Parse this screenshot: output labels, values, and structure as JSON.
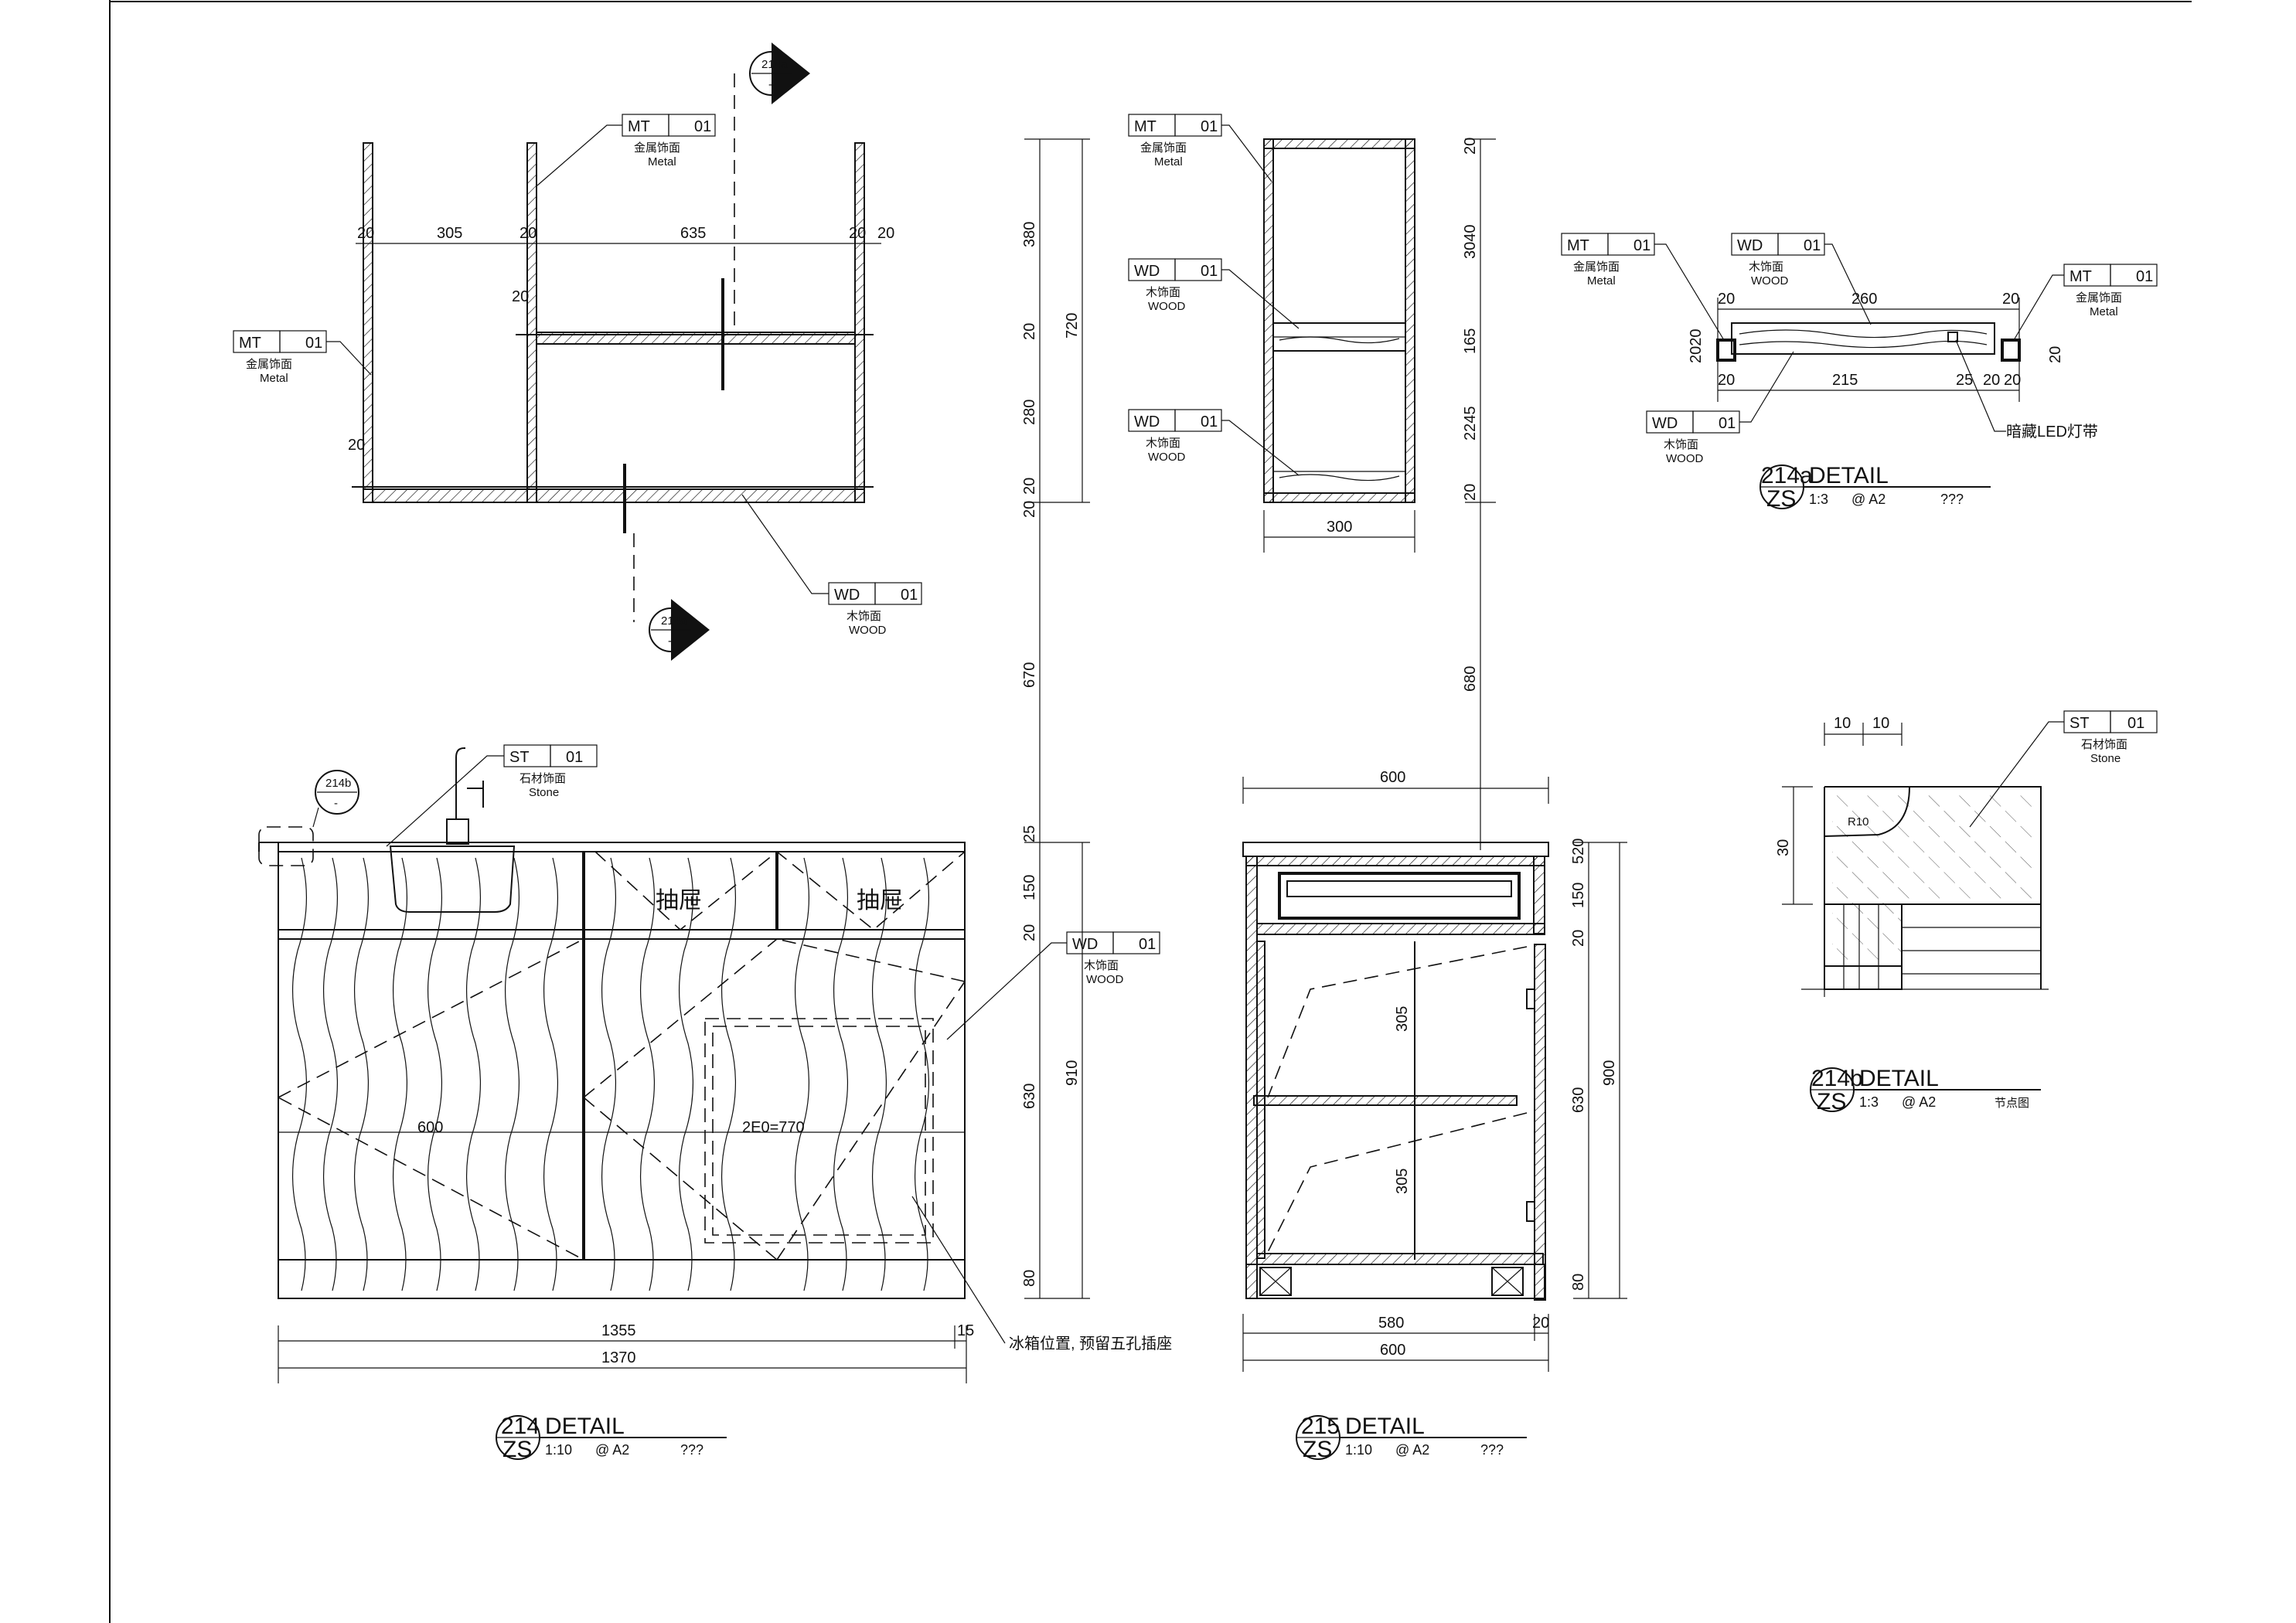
{
  "tags": {
    "mt": "MT",
    "wd": "WD",
    "st": "ST",
    "num": "01",
    "metal_cn": "金属饰面",
    "metal_en": "Metal",
    "wood_cn": "木饰面",
    "wood_en": "WOOD",
    "stone_cn": "石材饰面",
    "stone_en": "Stone"
  },
  "markers": {
    "a": "214a",
    "b": "214b",
    "dash": "-"
  },
  "plan_dims": {
    "d20": "20",
    "d305": "305",
    "d635": "635"
  },
  "elev_dims": {
    "d380": "380",
    "d720": "720",
    "d280": "280",
    "d20": "20",
    "d670": "670",
    "d25": "25",
    "d150": "150",
    "d630": "630",
    "d910": "910",
    "d80": "80",
    "d600": "600",
    "d2e0": "2E0=770",
    "d1355": "1355",
    "d15": "15",
    "d1370": "1370"
  },
  "elev_labels": {
    "drawer": "抽屉",
    "fridge_note": "冰箱位置, 预留五孔插座"
  },
  "shelf_dims": {
    "d300": "300",
    "d20": "20",
    "d3040": "3040",
    "d165": "165",
    "d2245": "2245",
    "d680": "680"
  },
  "section_dims": {
    "d600": "600",
    "d580": "580",
    "d20": "20",
    "d150": "150",
    "d630": "630",
    "d900": "900",
    "d80": "80",
    "d305": "305",
    "d520": "520"
  },
  "d214a_dims": {
    "d20": "20",
    "d260": "260",
    "d215": "215",
    "d25": "25",
    "d2020": "2020"
  },
  "d214a_labels": {
    "led": "暗藏LED灯带"
  },
  "d214b_dims": {
    "d10": "10",
    "d30": "30",
    "r10": "R10"
  },
  "d214b_labels": {
    "node": "节点图"
  },
  "titles": {
    "t214": {
      "num": "214",
      "sub": "ZS",
      "word": "DETAIL",
      "scale": "1:10",
      "at": "@ A2",
      "q": "???"
    },
    "t215": {
      "num": "215",
      "sub": "ZS",
      "word": "DETAIL",
      "scale": "1:10",
      "at": "@ A2",
      "q": "???"
    },
    "t214a": {
      "num": "214a",
      "sub": "ZS",
      "word": "DETAIL",
      "scale": "1:3",
      "at": "@ A2",
      "q": "???"
    },
    "t214b": {
      "num": "214b",
      "sub": "ZS",
      "word": "DETAIL",
      "scale": "1:3",
      "at": "@ A2",
      "q": ""
    }
  }
}
